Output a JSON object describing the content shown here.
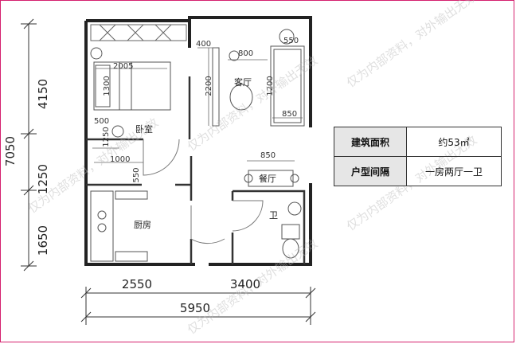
{
  "rooms": {
    "bedroom": "卧室",
    "living": "客厅",
    "dining": "餐厅",
    "kitchen": "厨房",
    "bathroom": "卫"
  },
  "dims": {
    "left_total": "7050",
    "left_top": "4150",
    "left_mid": "1250",
    "left_bottom": "1650",
    "bottom_left": "2550",
    "bottom_right": "3400",
    "bottom_total": "5950",
    "inner": {
      "d400": "400",
      "d800": "800",
      "d550": "550",
      "d2005": "2005",
      "d1300": "1300",
      "d2200": "2200",
      "d1200": "1200",
      "d850_sofa": "850",
      "d500": "500",
      "d1250v": "1250",
      "d1000": "1000",
      "d550b": "550",
      "d850_dining": "850"
    }
  },
  "info_table": {
    "rows": [
      {
        "key": "建筑面积",
        "value": "约53㎡"
      },
      {
        "key": "户型间隔",
        "value": "一房两厅一卫"
      }
    ]
  },
  "watermark": "仅为内部资料，对外输出无效",
  "colors": {
    "frame": "#d5216e",
    "wall": "#222222",
    "line": "#555555",
    "table_head": "#e6e6e6"
  }
}
